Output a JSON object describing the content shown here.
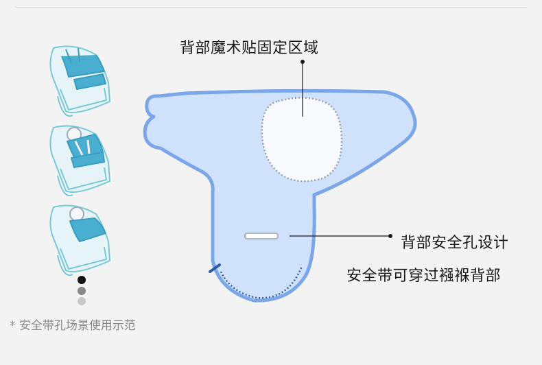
{
  "callouts": {
    "velcro_area": "背部魔术贴固定区域",
    "safety_hole": "背部安全孔设计",
    "safety_hole_sub": "安全带可穿过襁褓背部"
  },
  "note": "* 安全带孔场景使用示范",
  "colors": {
    "swaddle_fill": "#cfe1fb",
    "swaddle_outline": "#7ba7e8",
    "stitch": "#2f5aa8",
    "seat_outline": "#78c8d8",
    "baby_fill": "#4aaed0",
    "dot_active": "#111111",
    "dot_mid": "#8a8a8a",
    "dot_light": "#c8c8c8"
  },
  "icons": [
    "car-seat-baby-strapped-icon",
    "car-seat-baby-buckled-icon",
    "car-seat-baby-sleeping-icon"
  ]
}
